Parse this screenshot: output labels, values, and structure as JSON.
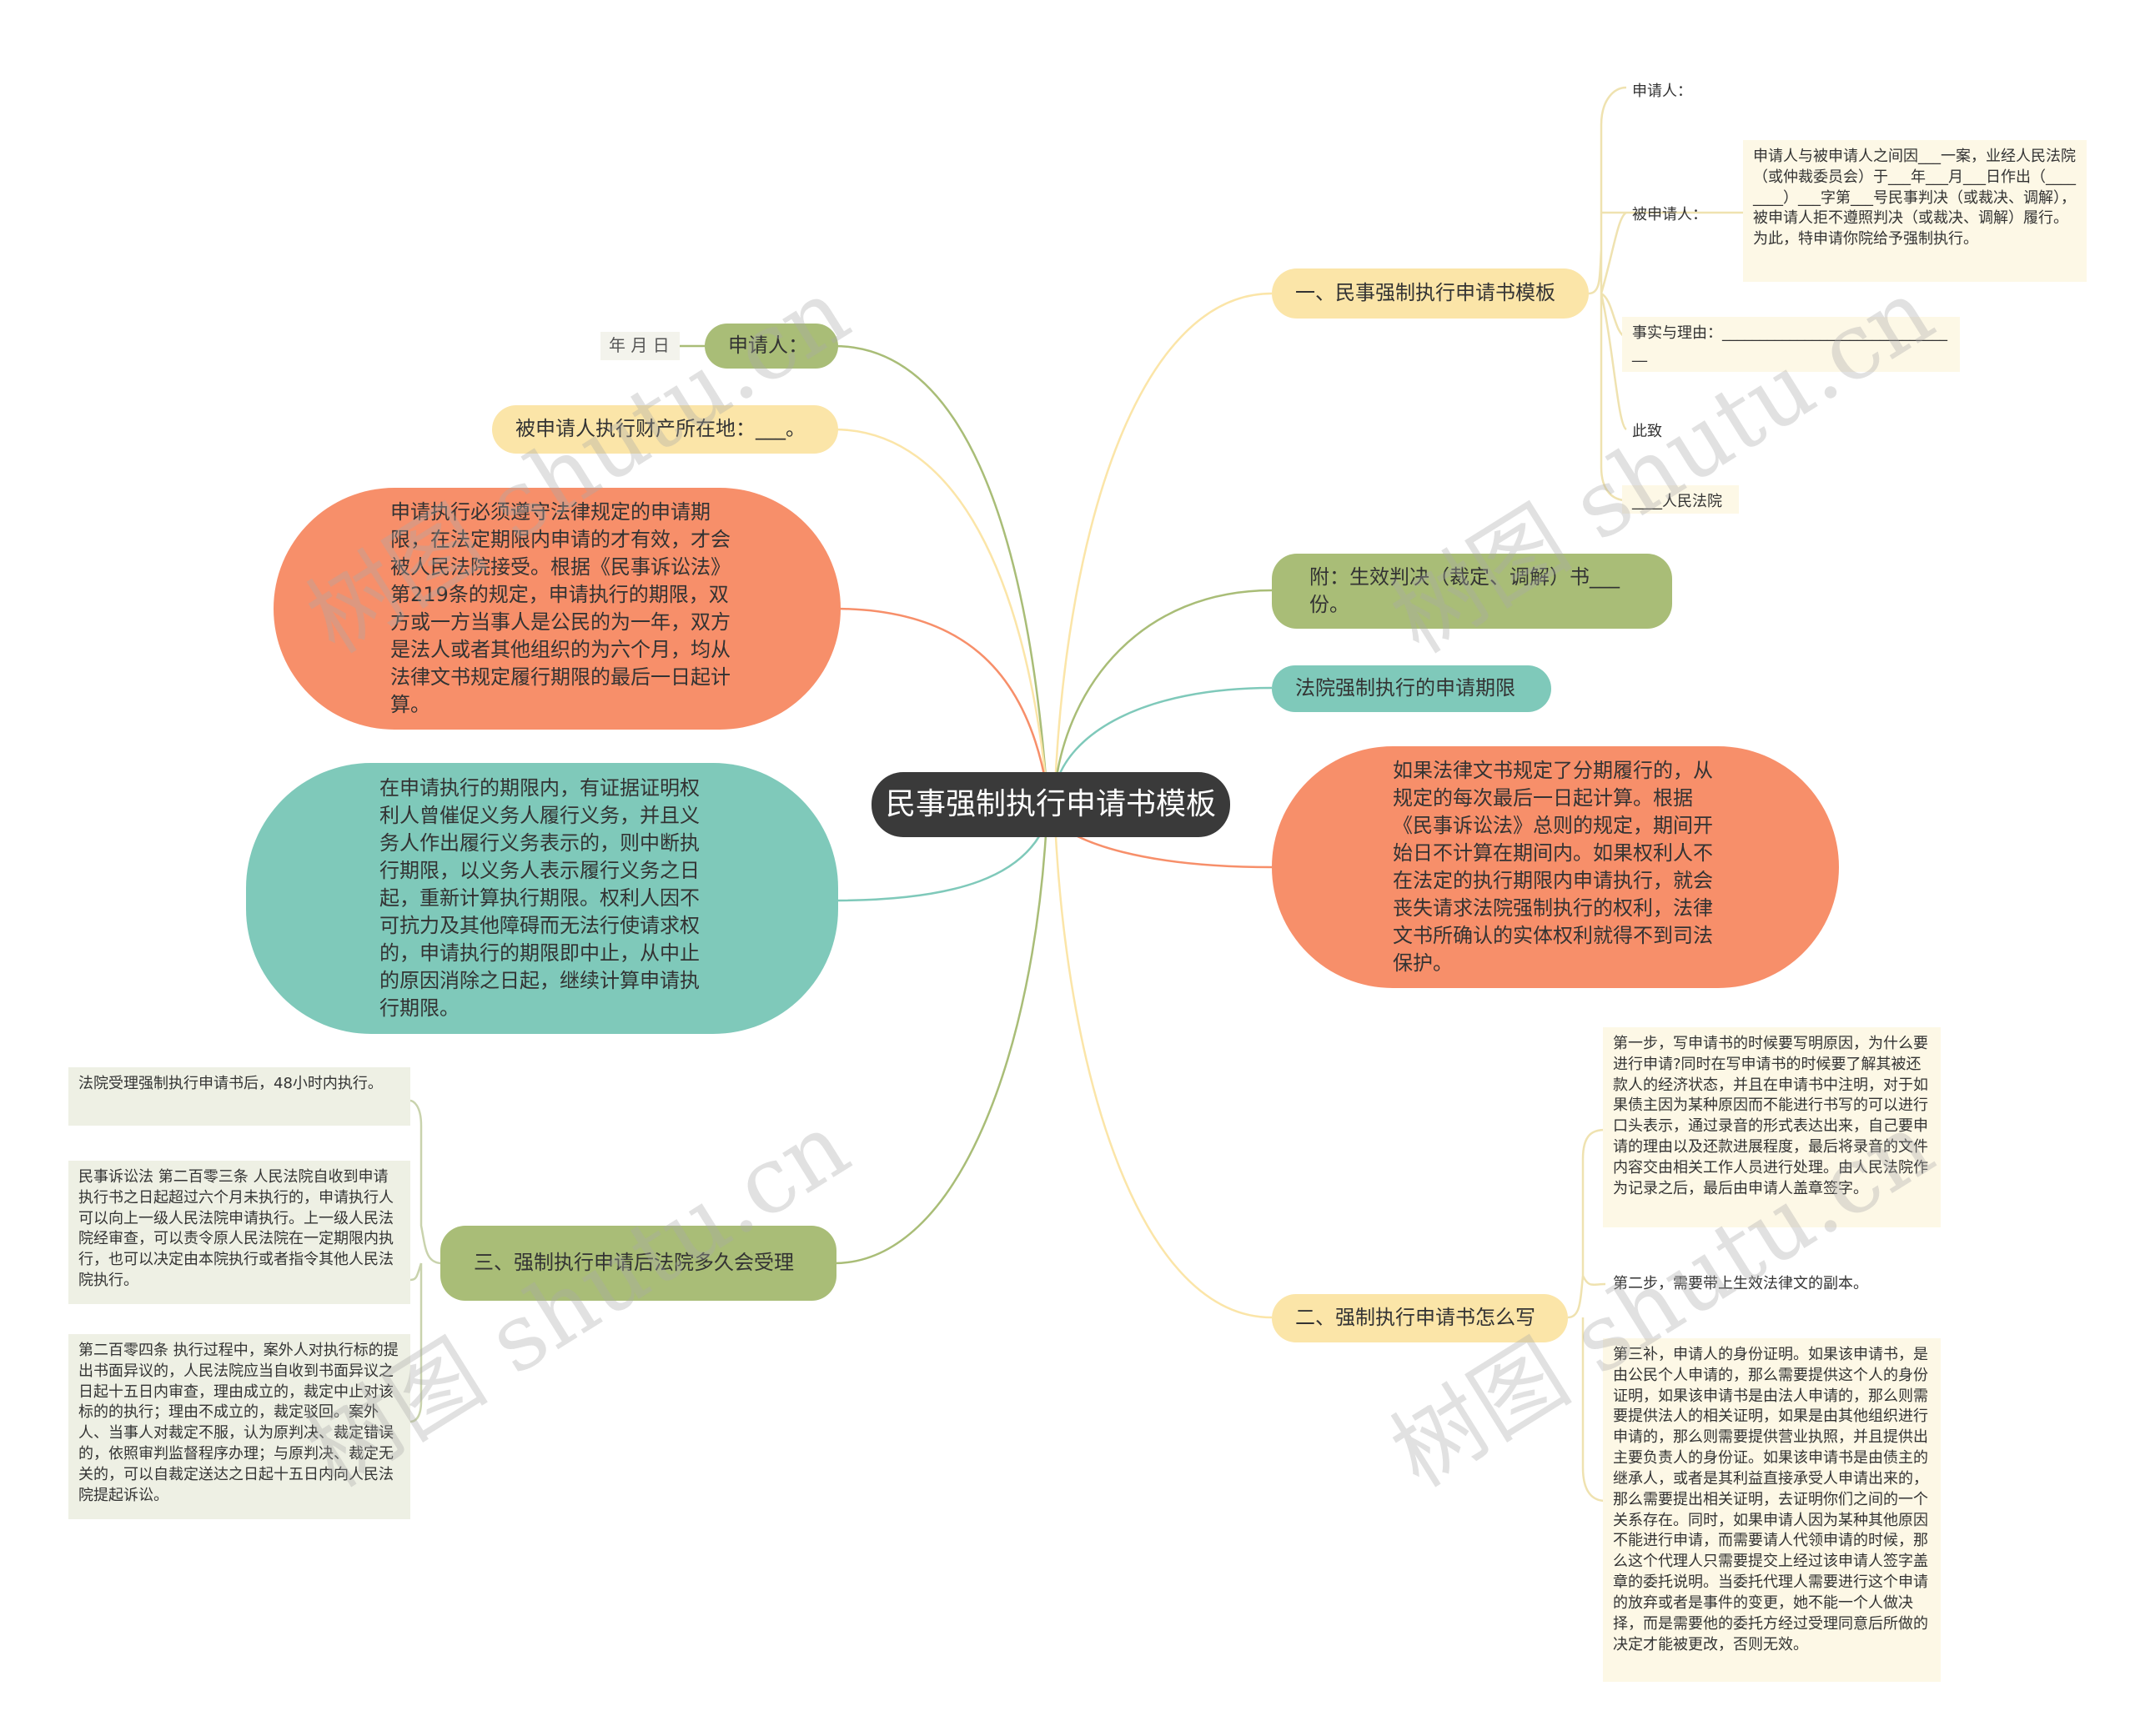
{
  "center": "民事强制执行申请书模板",
  "watermark": "树图 shutu.cn",
  "colors": {
    "olive": "#a9bd77",
    "yellow": "#fbe5a8",
    "teal": "#7fc9ba",
    "coral": "#f78f6a",
    "center": "#3a3a3a"
  },
  "left": {
    "applicant": {
      "label": "申请人：",
      "date_leaf": "年 月 日"
    },
    "property": "被申请人执行财产所在地：___。",
    "deadline_bubble": "申请执行必须遵守法律规定的申请期限，在法定期限内申请的才有效，才会被人民法院接受。根据《民事诉讼法》第219条的规定，申请执行的期限，双方或一方当事人是公民的为一年，双方是法人或者其他组织的为六个月，均从法律文书规定履行期限的最后一日起计算。",
    "interrupt_bubble": "在申请执行的期限内，有证据证明权利人曾催促义务人履行义务，并且义务人作出履行义务表示的，则中断执行期限，以义务人表示履行义务之日起，重新计算执行期限。权利人因不可抗力及其他障碍而无法行使请求权的，申请执行的期限即中止，从中止的原因消除之日起，继续计算申请执行期限。",
    "section3": {
      "label": "三、强制执行申请后法院多久会受理",
      "leaves": [
        "法院受理强制执行申请书后，48小时内执行。",
        "民事诉讼法 第二百零三条 人民法院自收到申请执行书之日起超过六个月未执行的，申请执行人可以向上一级人民法院申请执行。上一级人民法院经审查，可以责令原人民法院在一定期限内执行，也可以决定由本院执行或者指令其他人民法院执行。",
        "第二百零四条 执行过程中，案外人对执行标的提出书面异议的，人民法院应当自收到书面异议之日起十五日内审查，理由成立的，裁定中止对该标的的执行；理由不成立的，裁定驳回。案外人、当事人对裁定不服，认为原判决、裁定错误的，依照审判监督程序办理；与原判决、裁定无关的，可以自裁定送达之日起十五日内向人民法院提起诉讼。"
      ]
    }
  },
  "right": {
    "section1": {
      "label": "一、民事强制执行申请书模板",
      "leaves": [
        "申请人：",
        "被申请人：",
        "申请人与被申请人之间因___一案，业经人民法院（或仲裁委员会）于___年___月___日作出（________）___字第___号民事判决（或裁决、调解），被申请人拒不遵照判决（或裁决、调解）履行。为此，特申请你院给予强制执行。",
        "事实与理由：________________________________",
        "此致",
        "____人民法院"
      ]
    },
    "attachment": "附：生效判决（裁定、调解）书___份。",
    "deadline_label": "法院强制执行的申请期限",
    "installment_bubble": "如果法律文书规定了分期履行的，从规定的每次最后一日起计算。根据《民事诉讼法》总则的规定，期间开始日不计算在期间内。如果权利人不在法定的执行期限内申请执行，就会丧失请求法院强制执行的权利，法律文书所确认的实体权利就得不到司法保护。",
    "section2": {
      "label": "二、强制执行申请书怎么写",
      "leaves": [
        "第一步，写申请书的时候要写明原因，为什么要进行申请?同时在写申请书的时候要了解其被还款人的经济状态，并且在申请书中注明，对于如果债主因为某种原因而不能进行书写的可以进行口头表示，通过录音的形式表达出来，自己要申请的理由以及还款进展程度，最后将录音的文件内容交由相关工作人员进行处理。由人民法院作为记录之后，最后由申请人盖章签字。",
        "第二步，需要带上生效法律文的副本。",
        "第三补，申请人的身份证明。如果该申请书，是由公民个人申请的，那么需要提供这个人的身份证明，如果该申请书是由法人申请的，那么则需要提供法人的相关证明，如果是由其他组织进行申请的，那么则需要提供营业执照，并且提供出主要负责人的身份证。如果该申请书是由债主的继承人，或者是其利益直接承受人申请出来的，那么需要提出相关证明，去证明你们之间的一个关系存在。同时，如果申请人因为某种其他原因不能进行申请，而需要请人代领申请的时候，那么这个代理人只需要提交上经过该申请人签字盖章的委托说明。当委托代理人需要进行这个申请的放弃或者是事件的变更，她不能一个人做决择，而是需要他的委托方经过受理同意后所做的决定才能被更改，否则无效。"
      ]
    }
  }
}
